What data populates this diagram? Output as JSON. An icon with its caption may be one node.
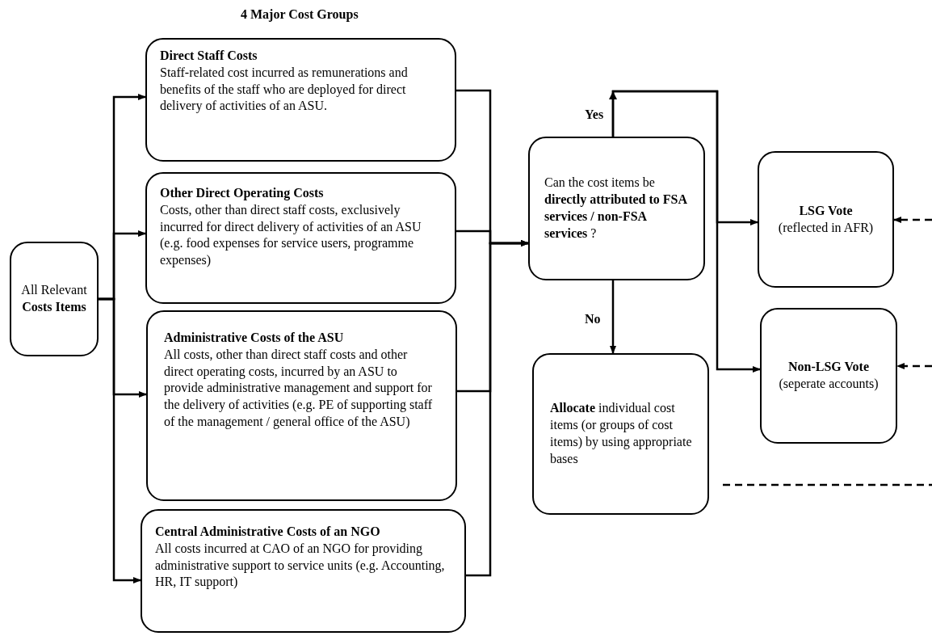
{
  "diagram": {
    "title": "4 Major Cost Groups",
    "nodes": [
      {
        "text": [
          "All Relevant **Costs Items**"
        ]
      },
      {
        "text": [
          "Direct Staff Costs",
          "Staff-related cost incurred as remunerations and benefits of the staff who are deployed for direct delivery of activities of an ASU."
        ]
      },
      {
        "text": [
          "Other Direct Operating Costs",
          "Costs, other than direct staff costs, exclusively incurred for direct delivery of activities of an ASU (e.g. food expenses for service users, programme expenses)"
        ]
      },
      {
        "text": [
          "Administrative  Costs of the ASU",
          "All costs, other than direct staff costs and other direct operating costs, incurred by an ASU to provide administrative management and support for the delivery of activities (e.g. PE of supporting staff of the management / general office of the ASU)"
        ]
      },
      {
        "text": [
          "Central Administrative  Costs of an NGO",
          "All costs incurred at CAO of an NGO for providing administrative support to service units (e.g. Accounting, HR, IT support)"
        ]
      },
      {
        "text": [
          "Can the cost items be **directly attributed to FSA services / non-FSA services** ?"
        ]
      },
      {
        "text": [
          "**Allocate** individual cost items (or groups of cost items) by using appropriate bases"
        ]
      },
      {
        "text": [
          "LSG Vote",
          "(reflected in AFR)"
        ]
      },
      {
        "text": [
          "Non-LSG Vote",
          "(seperate accounts)"
        ]
      }
    ],
    "edges": [
      {
        "from": 0,
        "to": 1,
        "arrow": "to"
      },
      {
        "from": 0,
        "to": 2,
        "arrow": "to"
      },
      {
        "from": 0,
        "to": 3,
        "arrow": "to"
      },
      {
        "from": 0,
        "to": 4,
        "arrow": "to"
      },
      {
        "from": 1,
        "to": 5,
        "arrow": "to"
      },
      {
        "from": 2,
        "to": 5,
        "arrow": "to"
      },
      {
        "from": 3,
        "to": 5,
        "arrow": "to"
      },
      {
        "from": 4,
        "to": 5,
        "arrow": "to"
      },
      {
        "from": 5,
        "to": 7,
        "arrow": "to",
        "label": "Yes"
      },
      {
        "from": 5,
        "to": 8,
        "arrow": "to"
      },
      {
        "from": 5,
        "to": 6,
        "arrow": "to",
        "label": "No"
      },
      {
        "from": null,
        "to": 7,
        "arrow": "to",
        "style": "dashed"
      },
      {
        "from": null,
        "to": 8,
        "arrow": "to",
        "style": "dashed"
      },
      {
        "from": 6,
        "to": null,
        "arrow": "none",
        "style": "dashed"
      }
    ]
  }
}
